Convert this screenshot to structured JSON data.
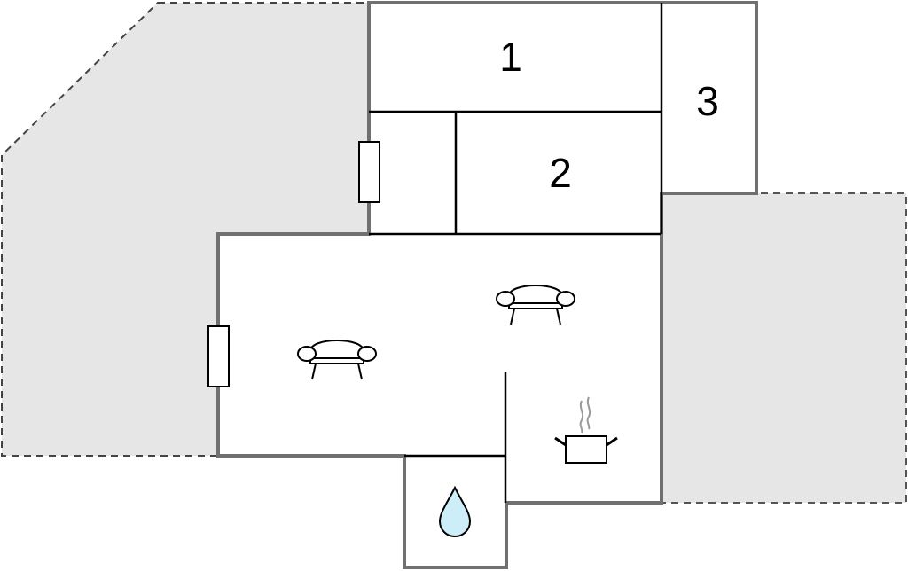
{
  "floorplan": {
    "rooms": [
      {
        "id": "room-1",
        "label": "1"
      },
      {
        "id": "room-2",
        "label": "2"
      },
      {
        "id": "room-3",
        "label": "3"
      }
    ],
    "icons": [
      "sofa-icon",
      "sofa-icon",
      "cooking-pot-icon",
      "water-drop-icon",
      "window-icon",
      "window-icon"
    ],
    "colors": {
      "outdoor_fill": "#e6e6e6",
      "outer_wall": "#707070",
      "inner_wall": "#000000",
      "water_drop": "#cdeef8"
    }
  }
}
